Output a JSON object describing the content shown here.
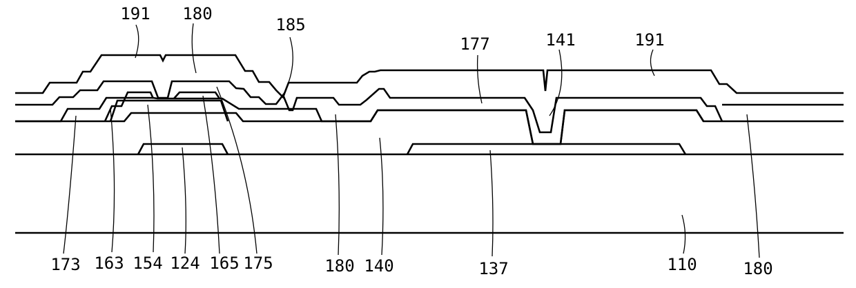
{
  "figure": {
    "labels": {
      "l191a": "191",
      "l180a": "180",
      "l185": "185",
      "l177": "177",
      "l141": "141",
      "l191b": "191",
      "l173": "173",
      "l163": "163",
      "l154": "154",
      "l124": "124",
      "l165": "165",
      "l175": "175",
      "l180b": "180",
      "l140": "140",
      "l137": "137",
      "l110": "110",
      "l180c": "180"
    },
    "colors": {
      "line": "#000000",
      "background": "#ffffff"
    }
  }
}
